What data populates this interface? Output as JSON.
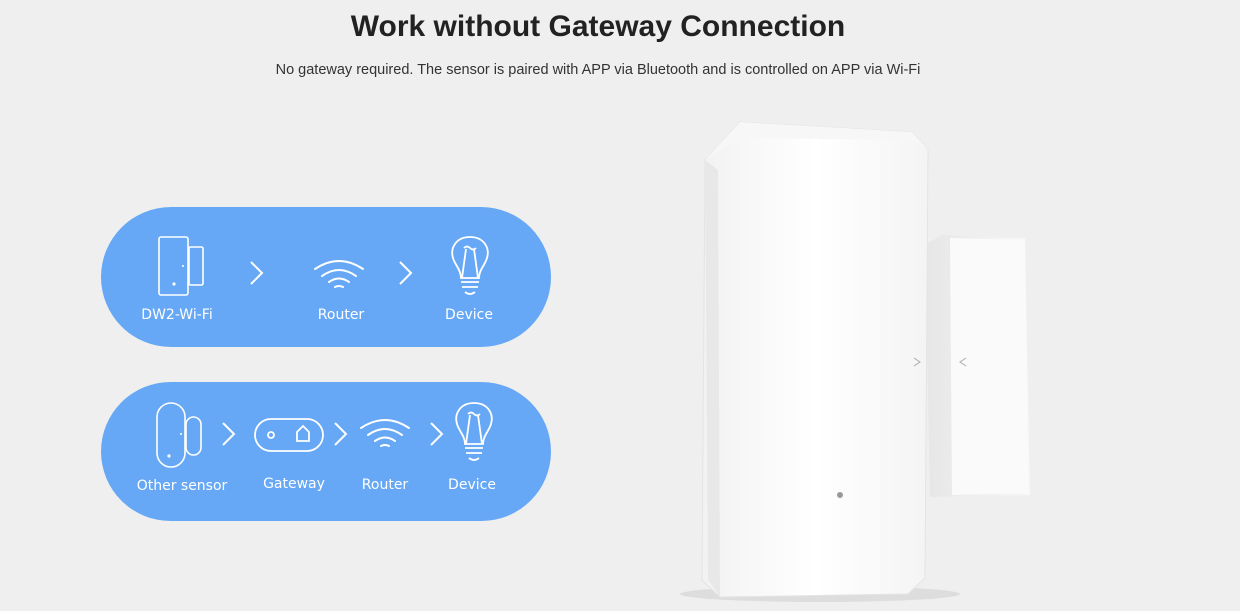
{
  "header": {
    "title": "Work without Gateway Connection",
    "subtitle": "No gateway required. The sensor is paired with APP via Bluetooth and is controlled on APP via Wi-Fi"
  },
  "flow_without_gateway": {
    "items": [
      {
        "label": "DW2-Wi-Fi",
        "icon": "door-sensor-icon"
      },
      {
        "label": "Router",
        "icon": "wifi-icon"
      },
      {
        "label": "Device",
        "icon": "lightbulb-icon"
      }
    ]
  },
  "flow_with_gateway": {
    "items": [
      {
        "label": "Other sensor",
        "icon": "door-sensor-icon"
      },
      {
        "label": "Gateway",
        "icon": "gateway-icon"
      },
      {
        "label": "Router",
        "icon": "wifi-icon"
      },
      {
        "label": "Device",
        "icon": "lightbulb-icon"
      }
    ]
  },
  "colors": {
    "pill": "#66a8f5",
    "background": "#efefef"
  }
}
